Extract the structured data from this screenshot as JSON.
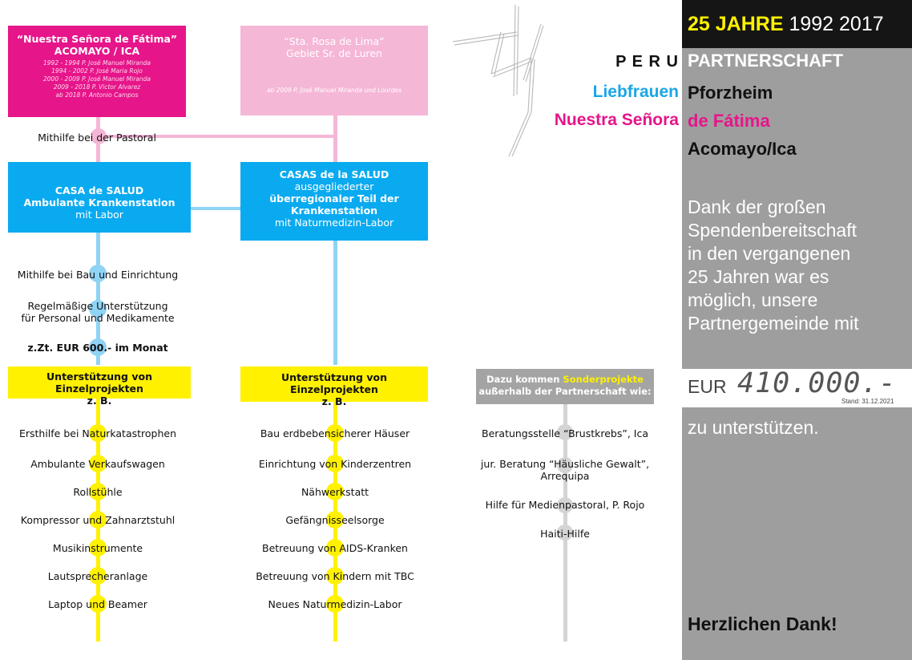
{
  "col1": {
    "top_box": {
      "title": "“Nuestra Señora de Fátima”",
      "subtitle": "ACOMAYO / ICA",
      "priests": [
        "1992 - 1994 P. José Manuel Miranda",
        "1994 - 2002 P. José Maria Rojo",
        "2000 - 2009 P. José Manuel Miranda",
        "2009 - 2018 P. Victor Alvarez",
        "ab 2018 P. Antonio Campos"
      ]
    },
    "pastoral_label": "Mithilfe bei der Pastoral",
    "casa_box": {
      "line1": "CASA de SALUD",
      "line2": "Ambulante Krankenstation",
      "line3": "mit Labor"
    },
    "support": [
      "Mithilfe bei Bau und Einrichtung",
      "Regelmäßige Unterstützung",
      "für Personal und Medikamente",
      "z.Zt. EUR 600.- im Monat"
    ],
    "yellow_box": {
      "line1": "Unterstützung von Einzelprojekten",
      "line2": "z. B."
    },
    "items": [
      "Ersthilfe bei Naturkatastrophen",
      "Ambulante Verkaufswagen",
      "Rollstühle",
      "Kompressor und Zahnarztstuhl",
      "Musikinstrumente",
      "Lautsprecheranlage",
      "Laptop und Beamer"
    ]
  },
  "col2": {
    "top_box": {
      "title": "“Sta. Rosa de Lima”",
      "subtitle": "Gebiet Sr. de Luren",
      "note": "ab 2009 P. José Manuel Miranda und Lourdes"
    },
    "casas_box": {
      "line1": "CASAS de la SALUD",
      "line2": "ausgegliederter",
      "line3": "überregionaler Teil der",
      "line4": "Krankenstation",
      "line5": "mit Naturmedizin-Labor"
    },
    "yellow_box": {
      "line1": "Unterstützung von Einzelprojekten",
      "line2": "z. B."
    },
    "items": [
      "Bau erdbebensicherer Häuser",
      "Einrichtung von Kinderzentren",
      "Nähwerkstatt",
      "Gefängnisseelsorge",
      "Betreuung von AIDS-Kranken",
      "Betreuung von Kindern mit TBC",
      "Neues Naturmedizin-Labor"
    ]
  },
  "col3": {
    "grey_box": {
      "line1_a": "Dazu kommen ",
      "line1_b": "Sonderprojekte",
      "line2": "außerhalb der Partnerschaft wie:"
    },
    "items": [
      "Beratungsstelle “Brustkrebs”, Ica",
      "jur. Beratung “Häusliche Gewalt”,",
      "Arrequipa",
      "Hilfe für Medienpastoral, P. Rojo",
      "Haiti-Hilfe"
    ]
  },
  "logo": {
    "peru": "P E R U",
    "liebfrauen": "Liebfrauen",
    "nuestra": "Nuestra Señora"
  },
  "sidebar": {
    "jahre": "25 JAHRE",
    "years": "1992 2017",
    "partnerschaft": "PARTNERSCHAFT",
    "pforzheim": "Pforzheim",
    "fatima": "de Fátima",
    "acomayo": "Acomayo/Ica",
    "text_lines": [
      "Dank der großen",
      "Spendenbereitschaft",
      "in den vergangenen",
      "25 Jahren war es",
      "möglich, unsere",
      "Partnergemeinde mit"
    ],
    "eur_label": "EUR",
    "amount": "410.000.-",
    "stand": "Stand: 31.12.2021",
    "support_text": "zu unterstützen.",
    "thanks": "Herzlichen Dank!"
  },
  "colors": {
    "magenta": "#e6158a",
    "light_pink": "#f5b7d6",
    "blue": "#0aaaf0",
    "light_blue": "#8fd3f5",
    "yellow": "#fff100",
    "grey": "#9e9e9e",
    "light_grey": "#cfcfcf"
  }
}
